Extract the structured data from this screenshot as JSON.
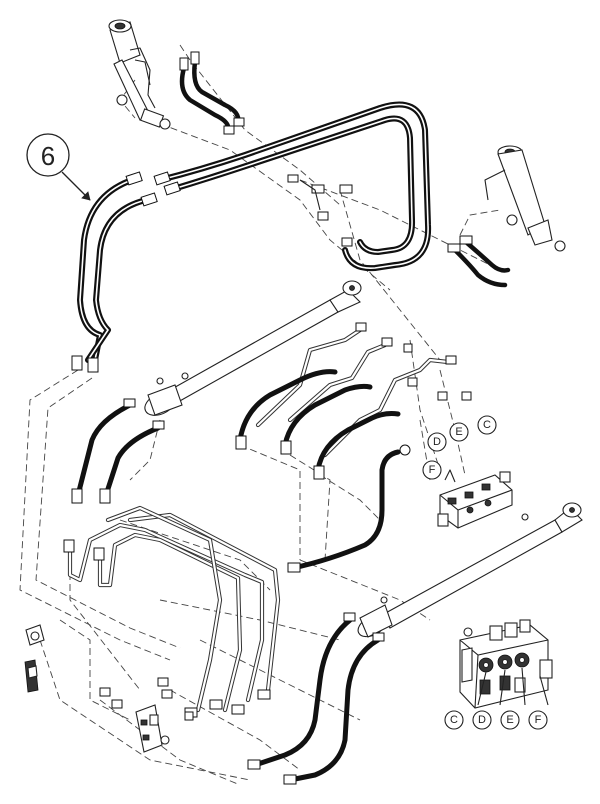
{
  "callouts": {
    "main": "6",
    "valve_ports_upper": [
      "D",
      "E",
      "C",
      "F"
    ],
    "valve_ports_inset": [
      "C",
      "D",
      "E",
      "F"
    ]
  },
  "colors": {
    "line": "#111111",
    "background": "#ffffff"
  }
}
